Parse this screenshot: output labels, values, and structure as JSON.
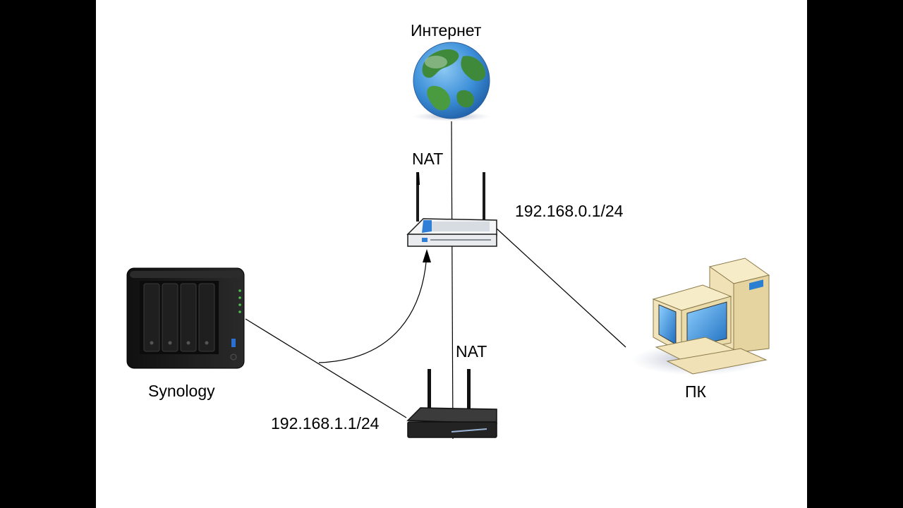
{
  "labels": {
    "internet": "Интернет",
    "nat_top": "NAT",
    "nat_bottom": "NAT",
    "router_top_ip": "192.168.0.1/24",
    "router_bottom_ip": "192.168.1.1/24",
    "synology": "Synology",
    "pc": "ПК"
  },
  "colors": {
    "background": "#000000",
    "slide": "#ffffff",
    "line": "#000000",
    "router_top_body": "#e9ebee",
    "router_top_accent": "#2f7fd6",
    "router_bottom_body": "#232323",
    "nas_body": "#1b1b1b",
    "nas_led": "#4fc24f",
    "globe_ocean": "#3c8fd8",
    "globe_land": "#3f8a3a",
    "pc_case": "#f0e2b6",
    "pc_screen": "#2a7fd0"
  },
  "nodes": [
    {
      "id": "internet",
      "icon": "globe-icon"
    },
    {
      "id": "router_top",
      "icon": "wifi-router-icon"
    },
    {
      "id": "router_bottom",
      "icon": "wifi-router-icon"
    },
    {
      "id": "synology",
      "icon": "nas-icon"
    },
    {
      "id": "pc",
      "icon": "desktop-computer-icon"
    }
  ],
  "edges": [
    {
      "from": "internet",
      "to": "router_bottom",
      "style": "line"
    },
    {
      "from": "router_top",
      "to": "pc",
      "style": "line"
    },
    {
      "from": "synology",
      "to": "router_bottom",
      "style": "line"
    },
    {
      "from": "synology",
      "to": "router_top",
      "style": "curved-arrow"
    }
  ]
}
